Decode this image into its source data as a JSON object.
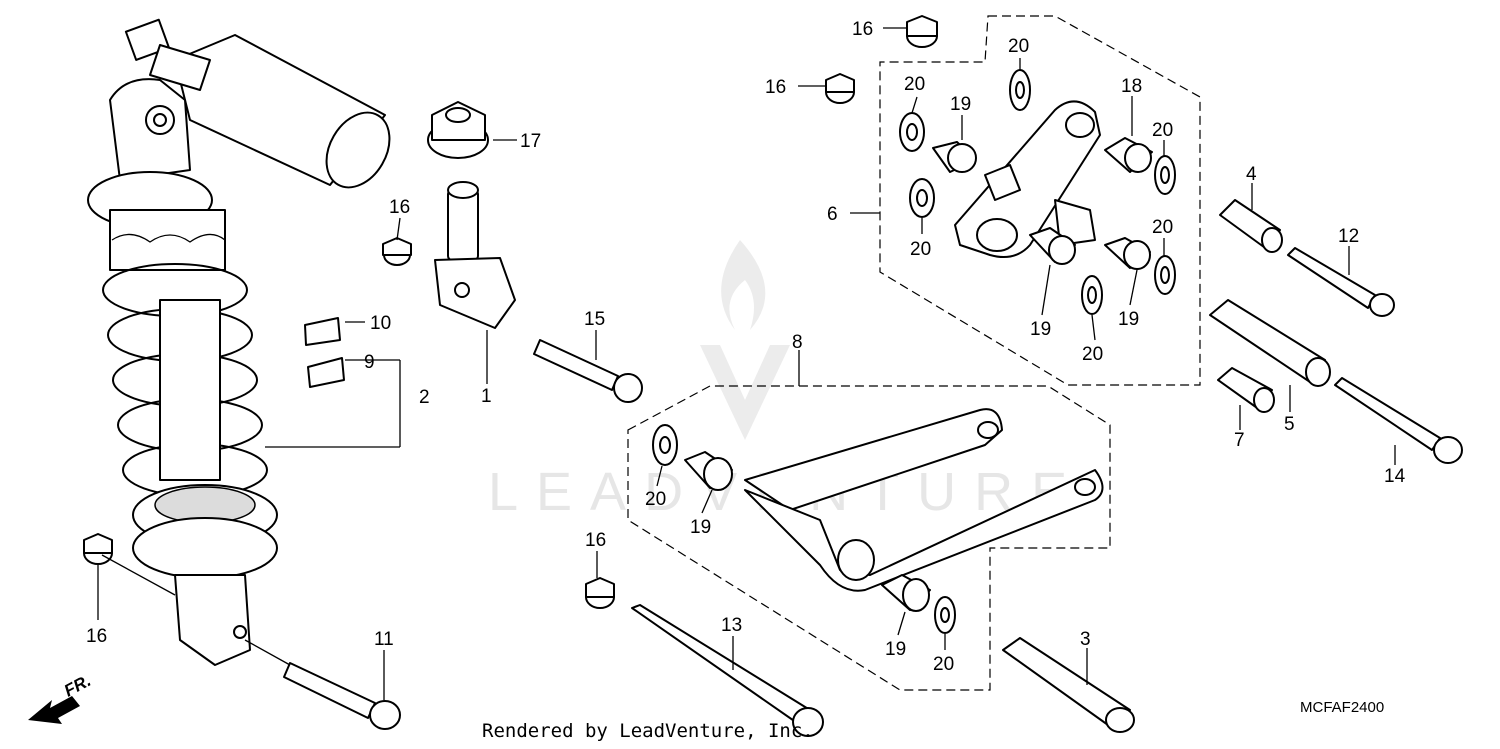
{
  "diagram": {
    "labels": [
      "1",
      "2",
      "3",
      "4",
      "5",
      "6",
      "7",
      "8",
      "9",
      "10",
      "11",
      "12",
      "13",
      "14",
      "15",
      "16",
      "17",
      "18",
      "19",
      "20"
    ],
    "diagram_code": "MCFAF2400",
    "footer_credit": "Rendered by LeadVenture, Inc.",
    "front_marker": "FR.",
    "watermark_text": "LEADVENTURE"
  }
}
